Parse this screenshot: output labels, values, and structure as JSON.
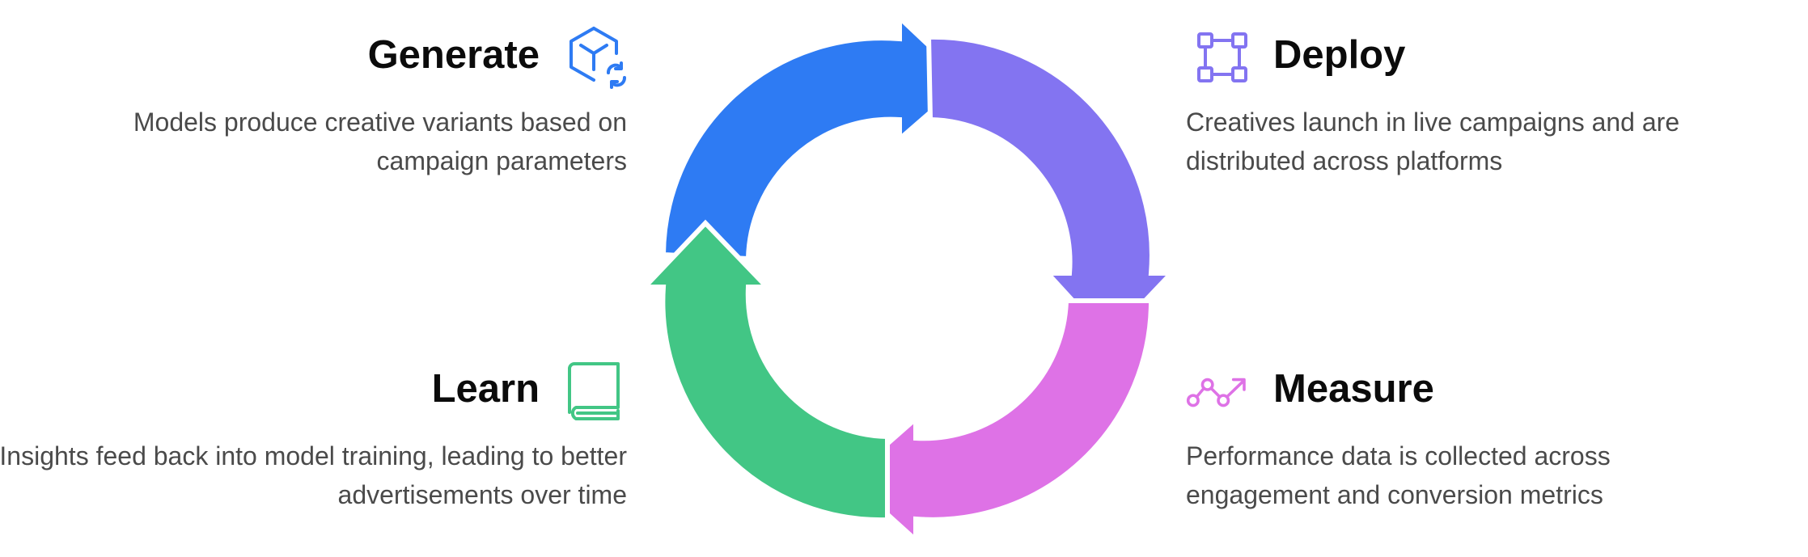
{
  "steps": {
    "generate": {
      "title": "Generate",
      "description": "Models produce creative variants based on campaign parameters",
      "color": "#2E7BF3",
      "icon": "cube-refresh-icon"
    },
    "deploy": {
      "title": "Deploy",
      "description": "Creatives launch in live campaigns and are distributed across platforms",
      "color": "#8374F1",
      "icon": "nodes-grid-icon"
    },
    "measure": {
      "title": "Measure",
      "description": "Performance data is collected across engagement and conversion metrics",
      "color": "#DE72E6",
      "icon": "trend-up-icon"
    },
    "learn": {
      "title": "Learn",
      "description": "Insights feed back into model training, leading to better advertisements over time",
      "color": "#42C685",
      "icon": "book-icon"
    }
  }
}
